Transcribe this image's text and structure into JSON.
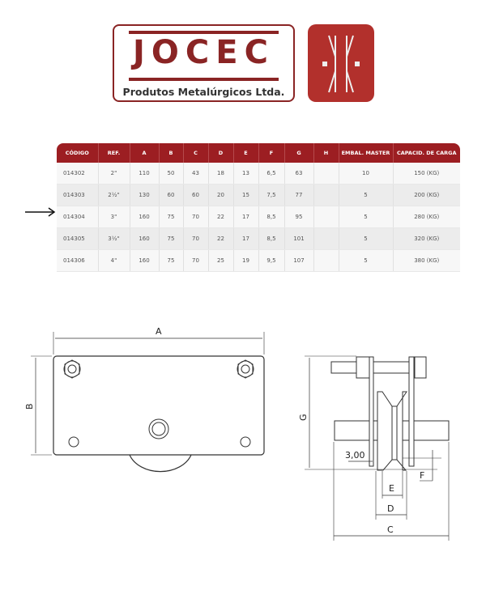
{
  "logo": {
    "brand": "JOCEC",
    "tagline": "Produtos Metalúrgicos Ltda."
  },
  "table": {
    "headers": [
      "CÓDIGO",
      "REF.",
      "A",
      "B",
      "C",
      "D",
      "E",
      "F",
      "G",
      "H",
      "EMBAL. MASTER",
      "CAPACID. DE CARGA"
    ],
    "rows": [
      [
        "014302",
        "2\"",
        "110",
        "50",
        "43",
        "18",
        "13",
        "6,5",
        "63",
        "",
        "10",
        "150 (KG)"
      ],
      [
        "014303",
        "2½\"",
        "130",
        "60",
        "60",
        "20",
        "15",
        "7,5",
        "77",
        "",
        "5",
        "200 (KG)"
      ],
      [
        "014304",
        "3\"",
        "160",
        "75",
        "70",
        "22",
        "17",
        "8,5",
        "95",
        "",
        "5",
        "280 (KG)"
      ],
      [
        "014305",
        "3½\"",
        "160",
        "75",
        "70",
        "22",
        "17",
        "8,5",
        "101",
        "",
        "5",
        "320 (KG)"
      ],
      [
        "014306",
        "4\"",
        "160",
        "75",
        "70",
        "25",
        "19",
        "9,5",
        "107",
        "",
        "5",
        "380 (KG)"
      ]
    ],
    "highlighted_row": 2
  },
  "drawing": {
    "labels": {
      "A": "A",
      "B": "B",
      "G": "G",
      "C": "C",
      "D": "D",
      "E": "E",
      "F": "F",
      "gap": "3,00"
    }
  },
  "colors": {
    "brand": "#9c1e22"
  }
}
